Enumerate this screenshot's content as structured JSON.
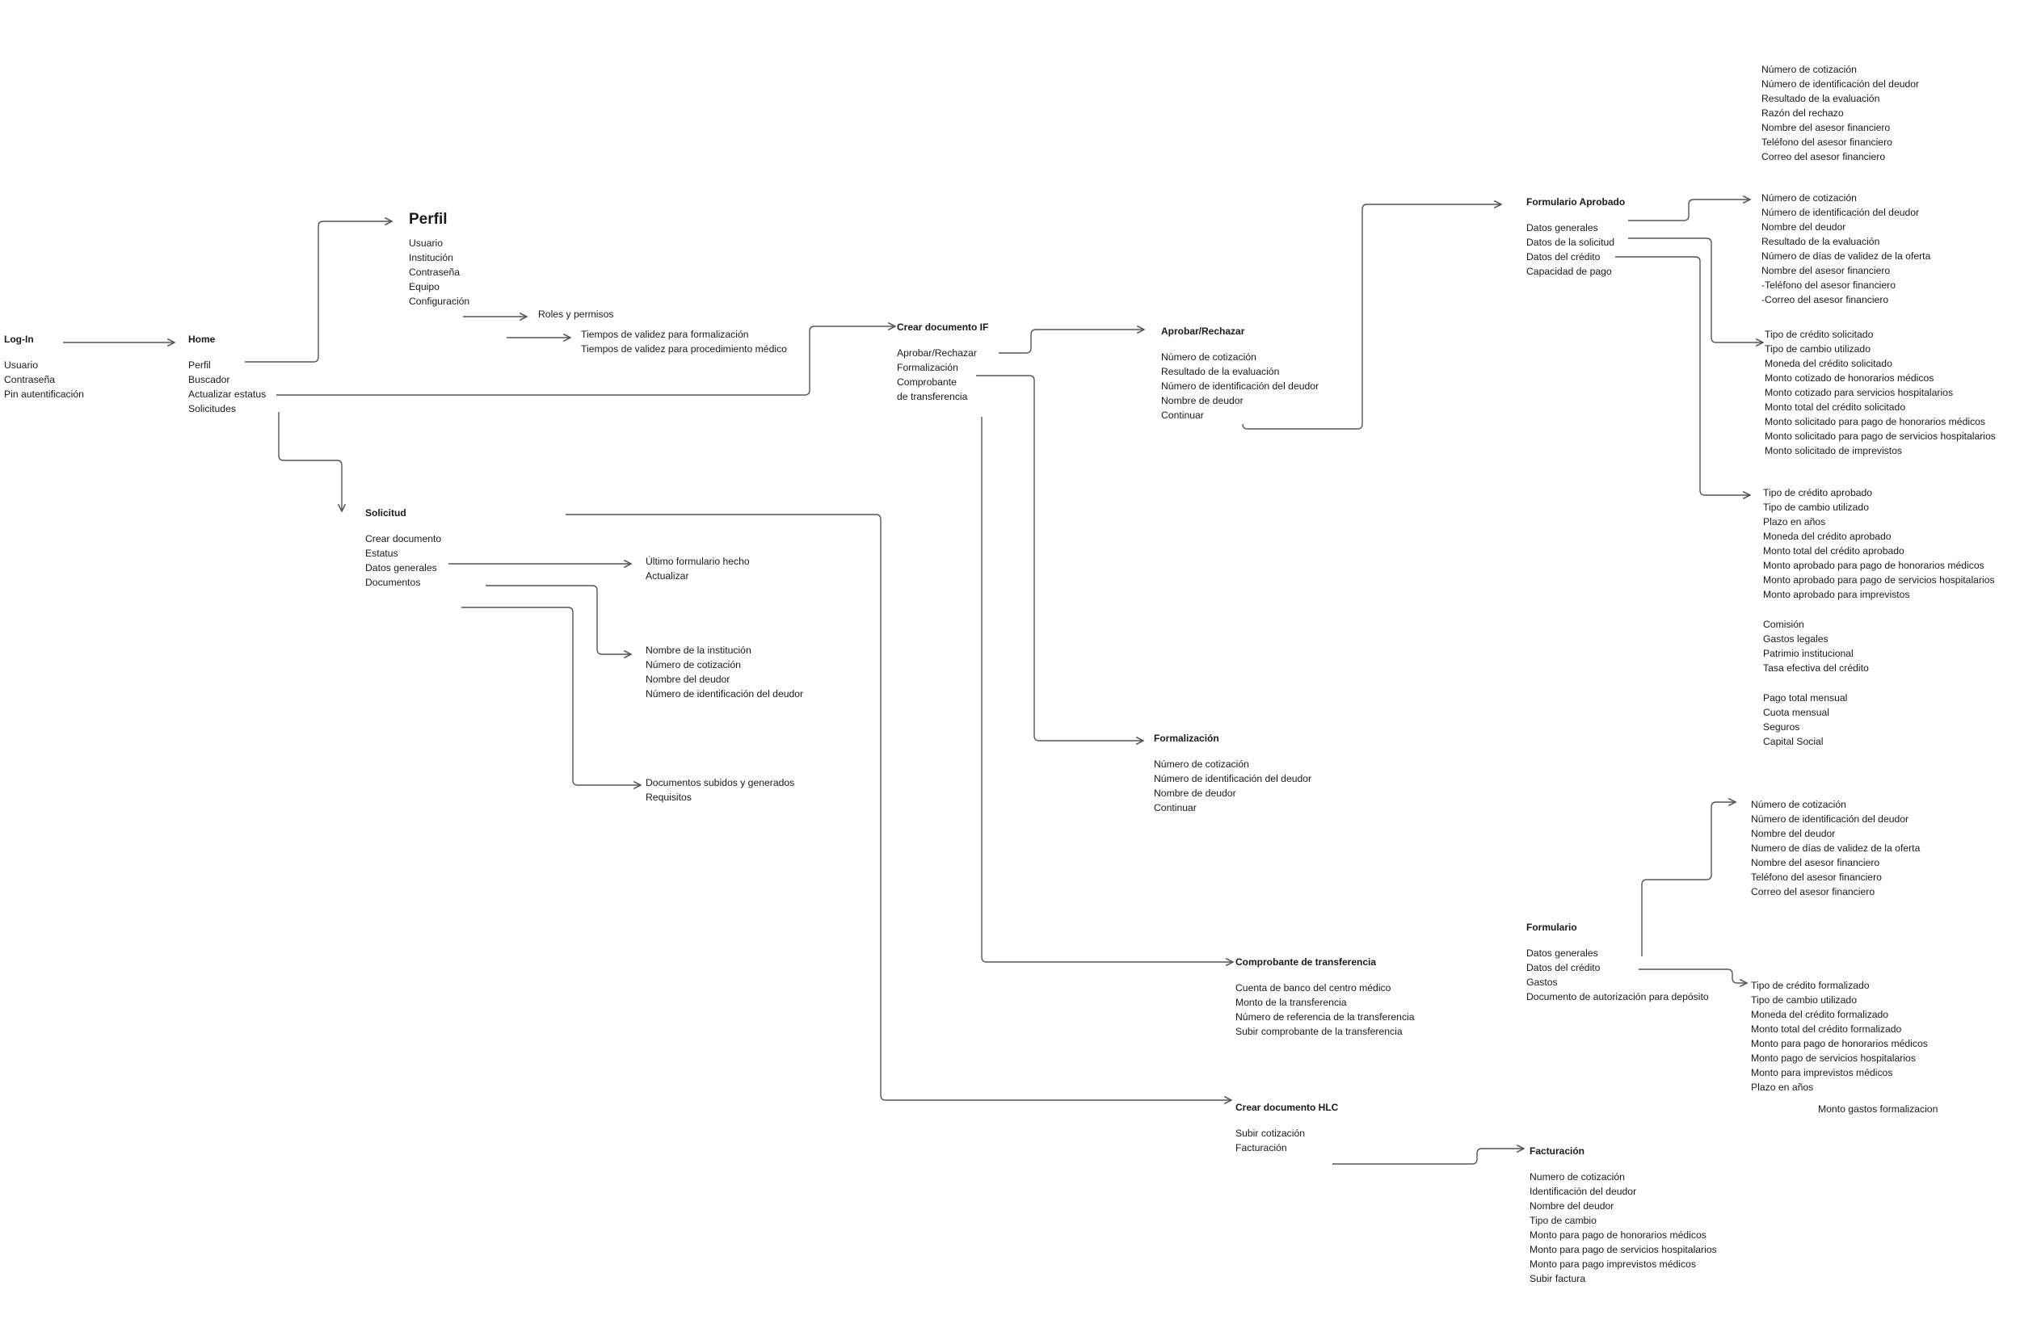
{
  "colors": {
    "text": "#1a1a1a",
    "connector": "#555555",
    "background": "#ffffff"
  },
  "nodes": {
    "login": {
      "title": "Log-In",
      "items": [
        "Usuario",
        "Contraseña",
        "Pin autentificación"
      ]
    },
    "home": {
      "title": "Home",
      "items": [
        "Perfil",
        "Buscador",
        "Actualizar estatus",
        "Solicitudes"
      ]
    },
    "perfil": {
      "title": "Perfil",
      "items": [
        "Usuario",
        "Institución",
        "Contraseña",
        "Equipo",
        "Configuración"
      ]
    },
    "roles": {
      "items": [
        "Roles y permisos"
      ]
    },
    "tiempos": {
      "items": [
        "Tiempos de validez para formalización",
        "Tiempos de validez para procedimiento médico"
      ]
    },
    "solicitud": {
      "title": "Solicitud",
      "items": [
        "Crear documento",
        "Estatus",
        "Datos generales",
        "Documentos"
      ]
    },
    "ultimo": {
      "items": [
        "Último formulario hecho",
        "Actualizar"
      ]
    },
    "institucion": {
      "items": [
        "Nombre de la institución",
        "Número de cotización",
        "Nombre del deudor",
        "Número de identificación del deudor"
      ]
    },
    "docs": {
      "items": [
        "Documentos subidos y generados",
        "Requisitos"
      ]
    },
    "crear_if": {
      "title": "Crear documento IF",
      "items": [
        "Aprobar/Rechazar",
        "Formalización",
        "Comprobante",
        "de transferencia"
      ]
    },
    "aprobar": {
      "title": "Aprobar/Rechazar",
      "items": [
        "Número de cotización",
        "Resultado de la evaluación",
        "Número de identificación del deudor",
        "Nombre de deudor",
        "Continuar"
      ]
    },
    "formalizacion": {
      "title": "Formalización",
      "items": [
        "Número de cotización",
        "Número de identificación del deudor",
        "Nombre de deudor",
        "Continuar"
      ]
    },
    "comprobante": {
      "title": "Comprobante de transferencia",
      "items": [
        "Cuenta de banco del centro médico",
        "Monto de la transferencia",
        "Número de referencia de la transferencia",
        "Subir comprobante de la transferencia"
      ]
    },
    "crear_hlc": {
      "title": "Crear documento HLC",
      "items": [
        "Subir cotización",
        "Facturación"
      ]
    },
    "facturacion": {
      "title": "Facturación",
      "items": [
        "Numero de cotización",
        "Identificación del deudor",
        "Nombre del deudor",
        "Tipo de cambio",
        "Monto para pago de honorarios médicos",
        "Monto para pago de servicios hospitalarios",
        "Monto para pago imprevistos médicos",
        "Subir factura"
      ]
    },
    "form_aprobado": {
      "title": "Formulario Aprobado",
      "items": [
        "Datos generales",
        "Datos de la solicitud",
        "Datos del crédito",
        "Capacidad de pago"
      ]
    },
    "rechazo": {
      "items": [
        "Número de cotización",
        "Número de identificación del deudor",
        "Resultado de la evaluación",
        "Razón del rechazo",
        "Nombre del asesor financiero",
        "Teléfono del asesor financiero",
        "Correo del asesor financiero"
      ]
    },
    "fa_generales": {
      "items": [
        "Número de cotización",
        "Número de identificación del deudor",
        "Nombre del deudor",
        "Resultado de la evaluación",
        "Número de días de validez de la oferta",
        "Nombre del asesor financiero",
        "-Teléfono del asesor financiero",
        "-Correo del asesor financiero"
      ]
    },
    "fa_solicitud": {
      "items": [
        "Tipo de crédito solicitado",
        "Tipo de cambio utilizado",
        "Moneda del crédito solicitado",
        "Monto cotizado de honorarios médicos",
        "Monto cotizado para servicios hospitalarios",
        "Monto total del crédito solicitado",
        "Monto solicitado para pago de honorarios médicos",
        "Monto solicitado para pago de servicios hospitalarios",
        "Monto solicitado de imprevistos"
      ]
    },
    "fa_credito": {
      "items": [
        "Tipo de crédito aprobado",
        "Tipo de cambio utilizado",
        "Plazo en años",
        "Moneda del crédito aprobado",
        "Monto total del crédito aprobado",
        "Monto aprobado para pago de honorarios médicos",
        "Monto aprobado para pago de servicios hospitalarios",
        "Monto aprobado para imprevistos"
      ]
    },
    "fa_comision": {
      "items": [
        "Comisión",
        "Gastos legales",
        "Patrimio institucional",
        "Tasa efectiva del crédito"
      ]
    },
    "fa_pago": {
      "items": [
        "Pago total mensual",
        "Cuota mensual",
        "Seguros",
        "Capital Social"
      ]
    },
    "formulario": {
      "title": "Formulario",
      "items": [
        "Datos generales",
        "Datos del crédito",
        "Gastos",
        "Documento de autorización para depósito"
      ]
    },
    "f_generales": {
      "items": [
        "Número de cotización",
        "Número de identificación del deudor",
        "Nombre del deudor",
        "Numero de días de validez de la oferta",
        "Nombre del asesor financiero",
        "Teléfono del asesor financiero",
        "Correo del asesor financiero"
      ]
    },
    "f_credito": {
      "items": [
        "Tipo de crédito formalizado",
        "Tipo de cambio utilizado",
        "Moneda del crédito formalizado",
        "Monto total del crédito formalizado",
        "Monto  para pago de honorarios médicos",
        "Monto  pago de servicios hospitalarios",
        "Monto para imprevistos médicos",
        "Plazo en años"
      ]
    },
    "f_gastos": {
      "items": [
        "Monto gastos formalizacion"
      ]
    }
  }
}
